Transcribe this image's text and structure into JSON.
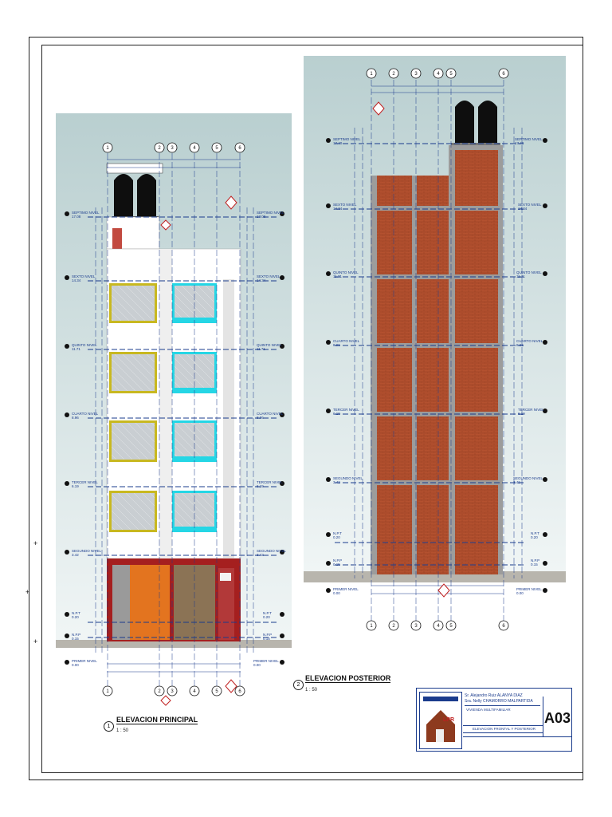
{
  "views": [
    {
      "number": "1",
      "title": "ELEVACION PRINCIPAL",
      "scale": "1 : 50"
    },
    {
      "number": "2",
      "title": "ELEVACION POSTERIOR",
      "scale": "1 : 50"
    }
  ],
  "front_levels": [
    {
      "name": "SEPTIMO NIVEL",
      "elev": "17.08"
    },
    {
      "name": "SEXTO NIVEL",
      "elev": "14.34"
    },
    {
      "name": "QUINTO NIVEL",
      "elev": "11.71"
    },
    {
      "name": "CUARTO NIVEL",
      "elev": "8.96"
    },
    {
      "name": "TERCER NIVEL",
      "elev": "6.19"
    },
    {
      "name": "SEGUNDO NIVEL",
      "elev": "3.42"
    },
    {
      "name": "N.P.T",
      "elev": "0.20"
    },
    {
      "name": "N.P.P",
      "elev": "0.15"
    },
    {
      "name": "PRIMER NIVEL",
      "elev": "0.00"
    }
  ],
  "rear_levels": [
    {
      "name": "SEPTIMO NIVEL",
      "elev": "17.40"
    },
    {
      "name": "SEXTO NIVEL",
      "elev": "14.34"
    },
    {
      "name": "QUINTO NIVEL",
      "elev": "11.71"
    },
    {
      "name": "CUARTO NIVEL",
      "elev": "8.96"
    },
    {
      "name": "TERCER NIVEL",
      "elev": "6.19"
    },
    {
      "name": "SEGUNDO NIVEL",
      "elev": "3.42"
    },
    {
      "name": "N.P.T",
      "elev": "0.20"
    },
    {
      "name": "N.P.P",
      "elev": "0.15"
    },
    {
      "name": "PRIMER NIVEL",
      "elev": "0.00"
    }
  ],
  "axes": [
    "1",
    "2",
    "3",
    "4",
    "5",
    "6"
  ],
  "titleblock": {
    "owner1": "Sr. Alejandro Ruiz ALANYA DIAZ",
    "owner2": "Sra. Nelly CHAMORRO MALPARTIDA",
    "project": "VIVIENDA MULTIFAMILIAR",
    "plan": "ELEVACION FRONTAL Y POSTERIOR",
    "sheet": "A03",
    "logo_text": "LPR"
  }
}
